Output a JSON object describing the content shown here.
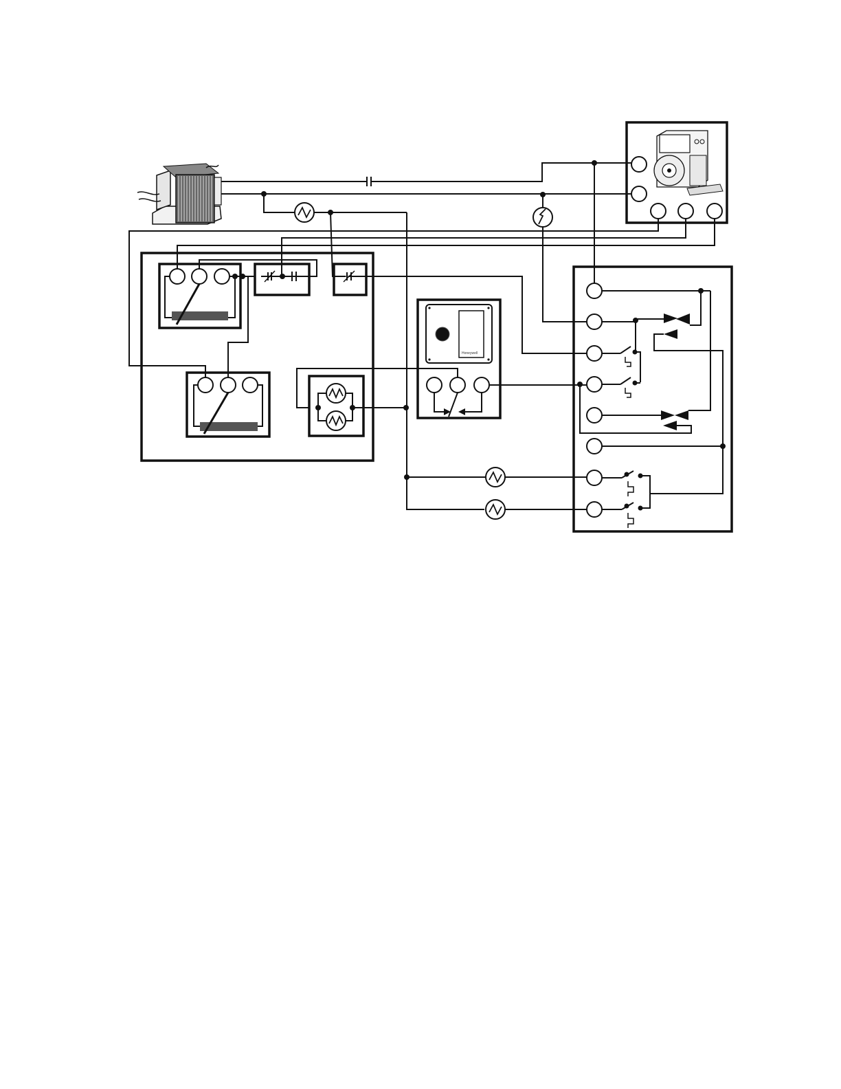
{
  "diagram": {
    "title": "",
    "brand_mark": "Honeywell",
    "components": [
      {
        "name": "transformer",
        "kind": "step-down transformer"
      },
      {
        "name": "damper-motor",
        "kind": "motor actuator",
        "terminals": 5
      },
      {
        "name": "control-panel",
        "kind": "panel with two three-terminal controllers, relay contacts and dual load"
      },
      {
        "name": "thermostat",
        "kind": "three-terminal controller"
      },
      {
        "name": "relay-module",
        "kind": "relay module",
        "terminals": 8
      }
    ]
  }
}
